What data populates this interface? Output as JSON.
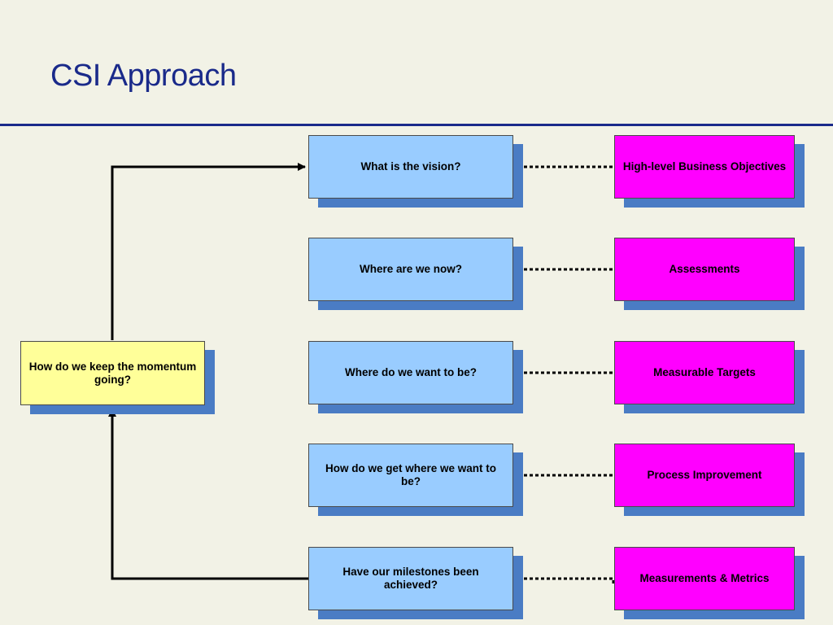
{
  "title": "CSI Approach",
  "center_box": {
    "label": "How do we keep the momentum going?"
  },
  "rows": [
    {
      "question": "What is the vision?",
      "objective": "High-level Business Objectives"
    },
    {
      "question": "Where are we now?",
      "objective": "Assessments"
    },
    {
      "question": "Where do we want to be?",
      "objective": "Measurable Targets"
    },
    {
      "question": "How do we get where we want to be?",
      "objective": "Process Improvement"
    },
    {
      "question": "Have our milestones been achieved?",
      "objective": "Measurements & Metrics"
    }
  ],
  "colors": {
    "title": "#1a2a8a",
    "question_fill": "#99ccff",
    "objective_fill": "#ff00ff",
    "center_fill": "#ffff99",
    "shadow": "#4a7cc4"
  }
}
